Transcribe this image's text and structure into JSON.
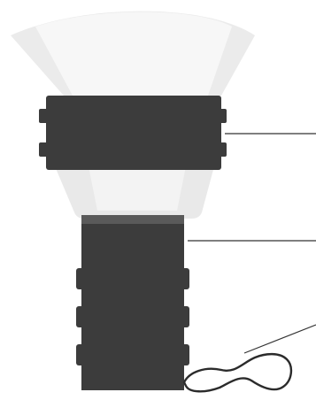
{
  "diagram": {
    "subject": "flashlight",
    "colors": {
      "background": "#ffffff",
      "body": "#3c3c3c",
      "body_accent": "#5a5a5a",
      "beam_outer": "#ebebeb",
      "beam_inner": "#f7f7f7",
      "reflector": "#e9e9e9",
      "reflector_highlight": "#f6f6f6",
      "leader_line": "#333333",
      "lanyard": "#2b2b2b"
    },
    "parts": [
      "beam",
      "head-band",
      "reflector",
      "handle",
      "lanyard"
    ],
    "callouts": [
      "head-band-callout",
      "handle-callout",
      "lanyard-callout"
    ]
  }
}
